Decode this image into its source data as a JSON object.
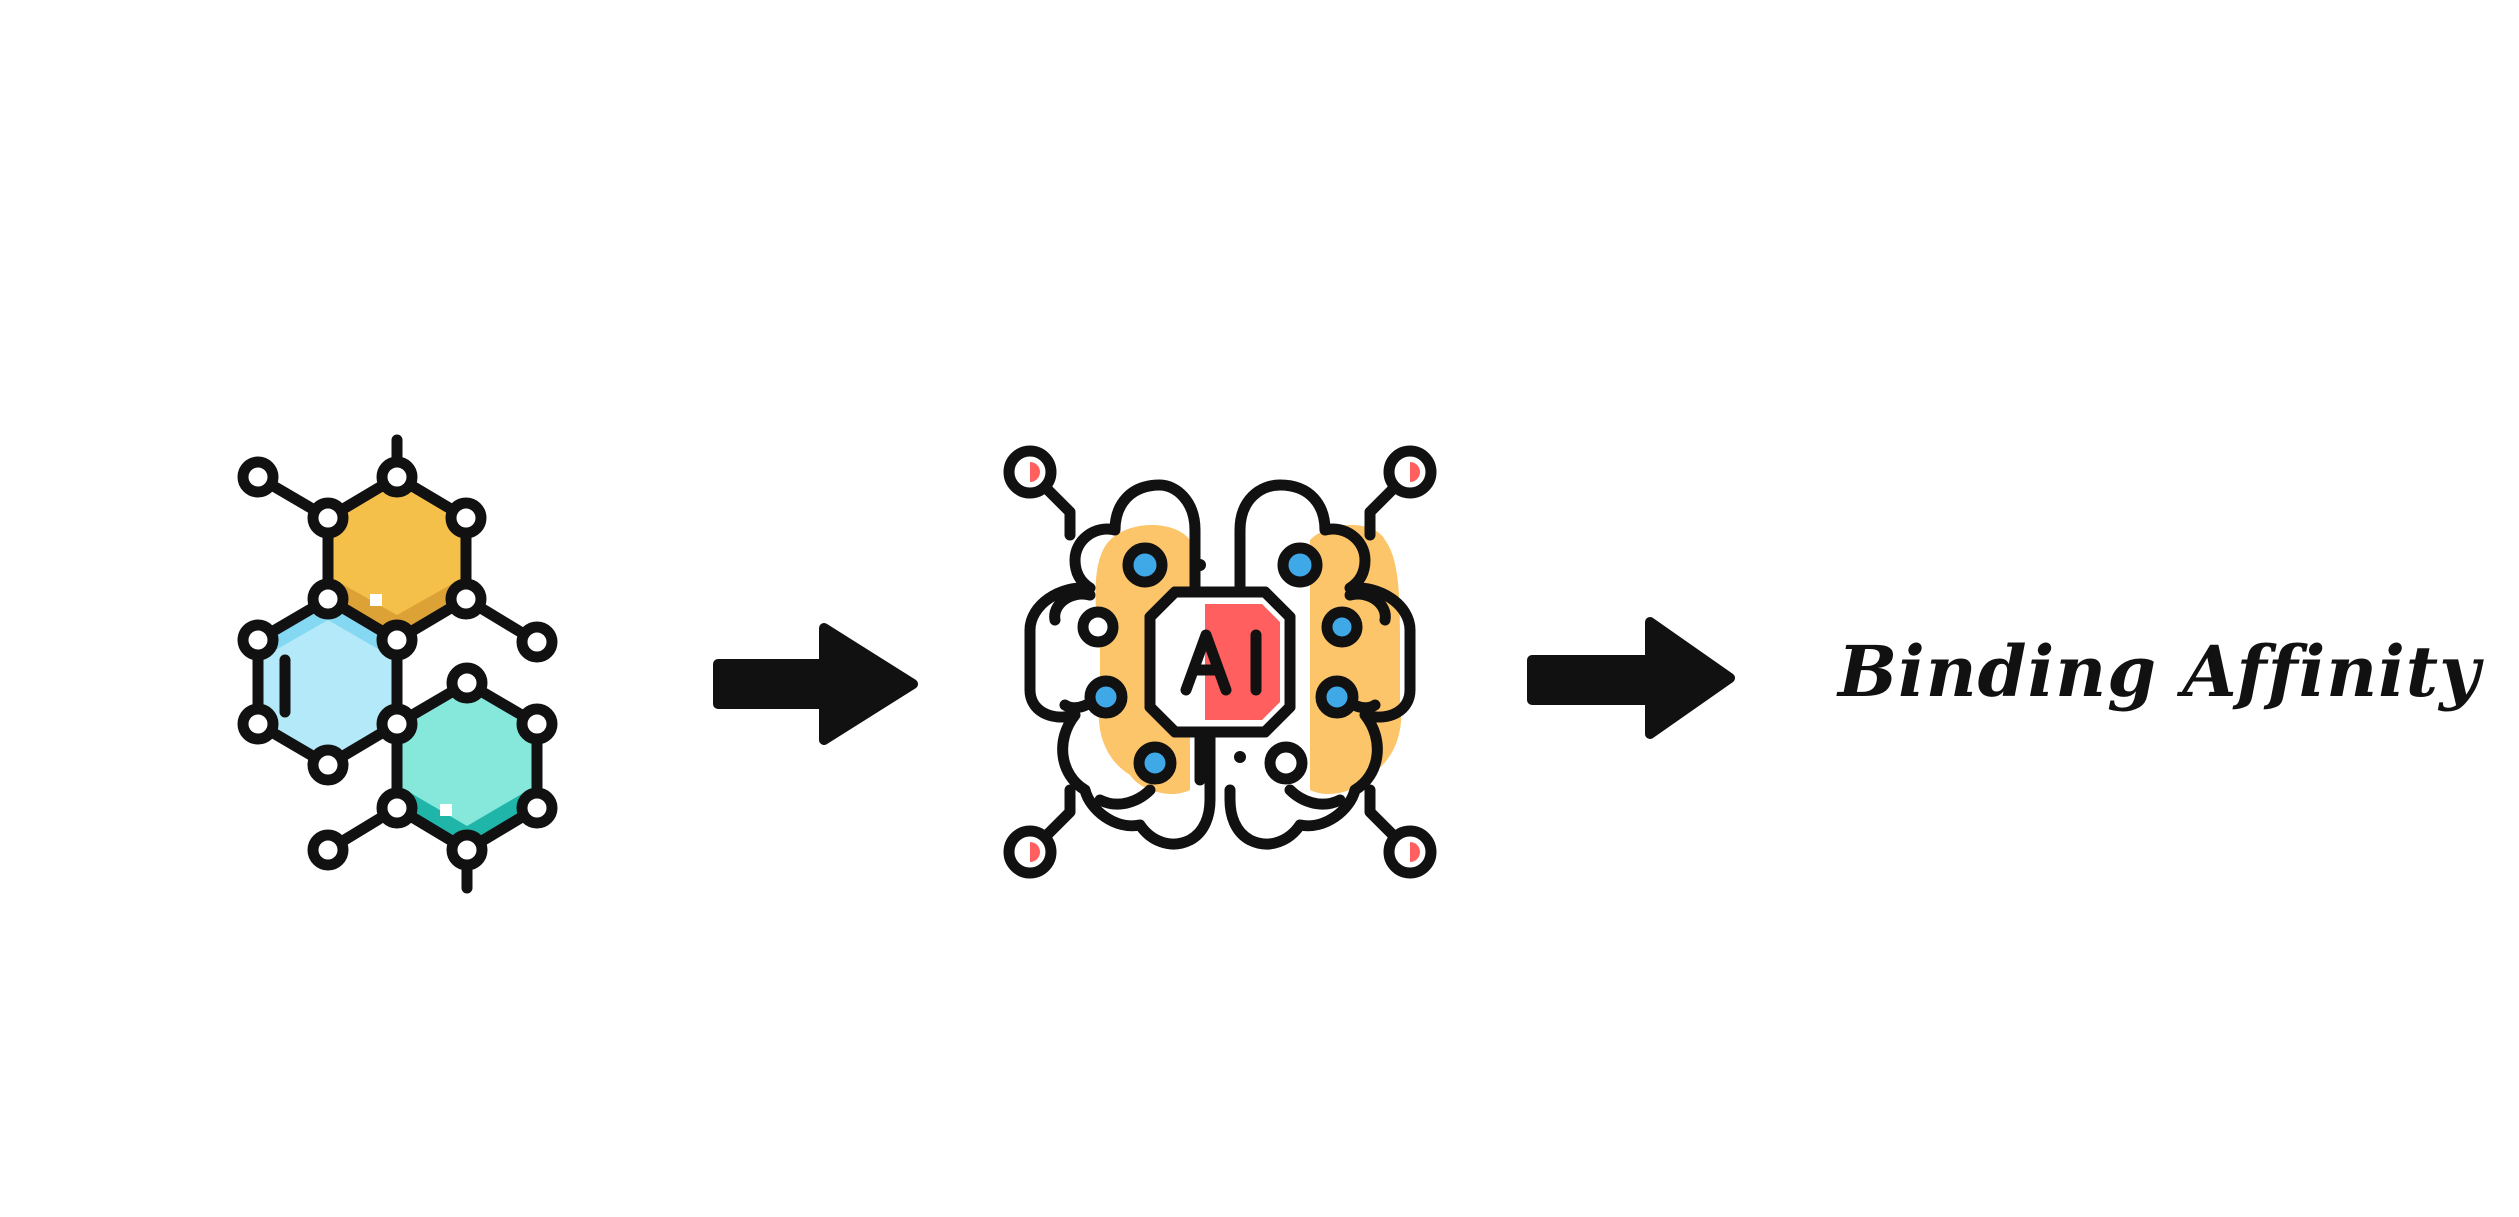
{
  "diagram": {
    "nodes": [
      {
        "id": "molecule",
        "icon": "molecule-icon"
      },
      {
        "id": "ai-model",
        "icon": "ai-brain-icon",
        "chip_label": "AI"
      },
      {
        "id": "result",
        "label": "Binding Affinity"
      }
    ],
    "edges": [
      {
        "from": "molecule",
        "to": "ai-model",
        "icon": "arrow-right-icon"
      },
      {
        "from": "ai-model",
        "to": "result",
        "icon": "arrow-right-icon"
      }
    ]
  },
  "colors": {
    "outline": "#111111",
    "hex_yellow": "#F5C04A",
    "hex_yellow_shade": "#DDA236",
    "hex_blue": "#B3E9F8",
    "hex_blue_shade": "#84D8F2",
    "hex_teal": "#86E7DB",
    "hex_teal_shade": "#1FB5A8",
    "brain_orange": "#FDC56A",
    "chip_red": "#FF5F5F",
    "node_blue": "#3FA9E8",
    "node_red": "#FF5F5F"
  }
}
